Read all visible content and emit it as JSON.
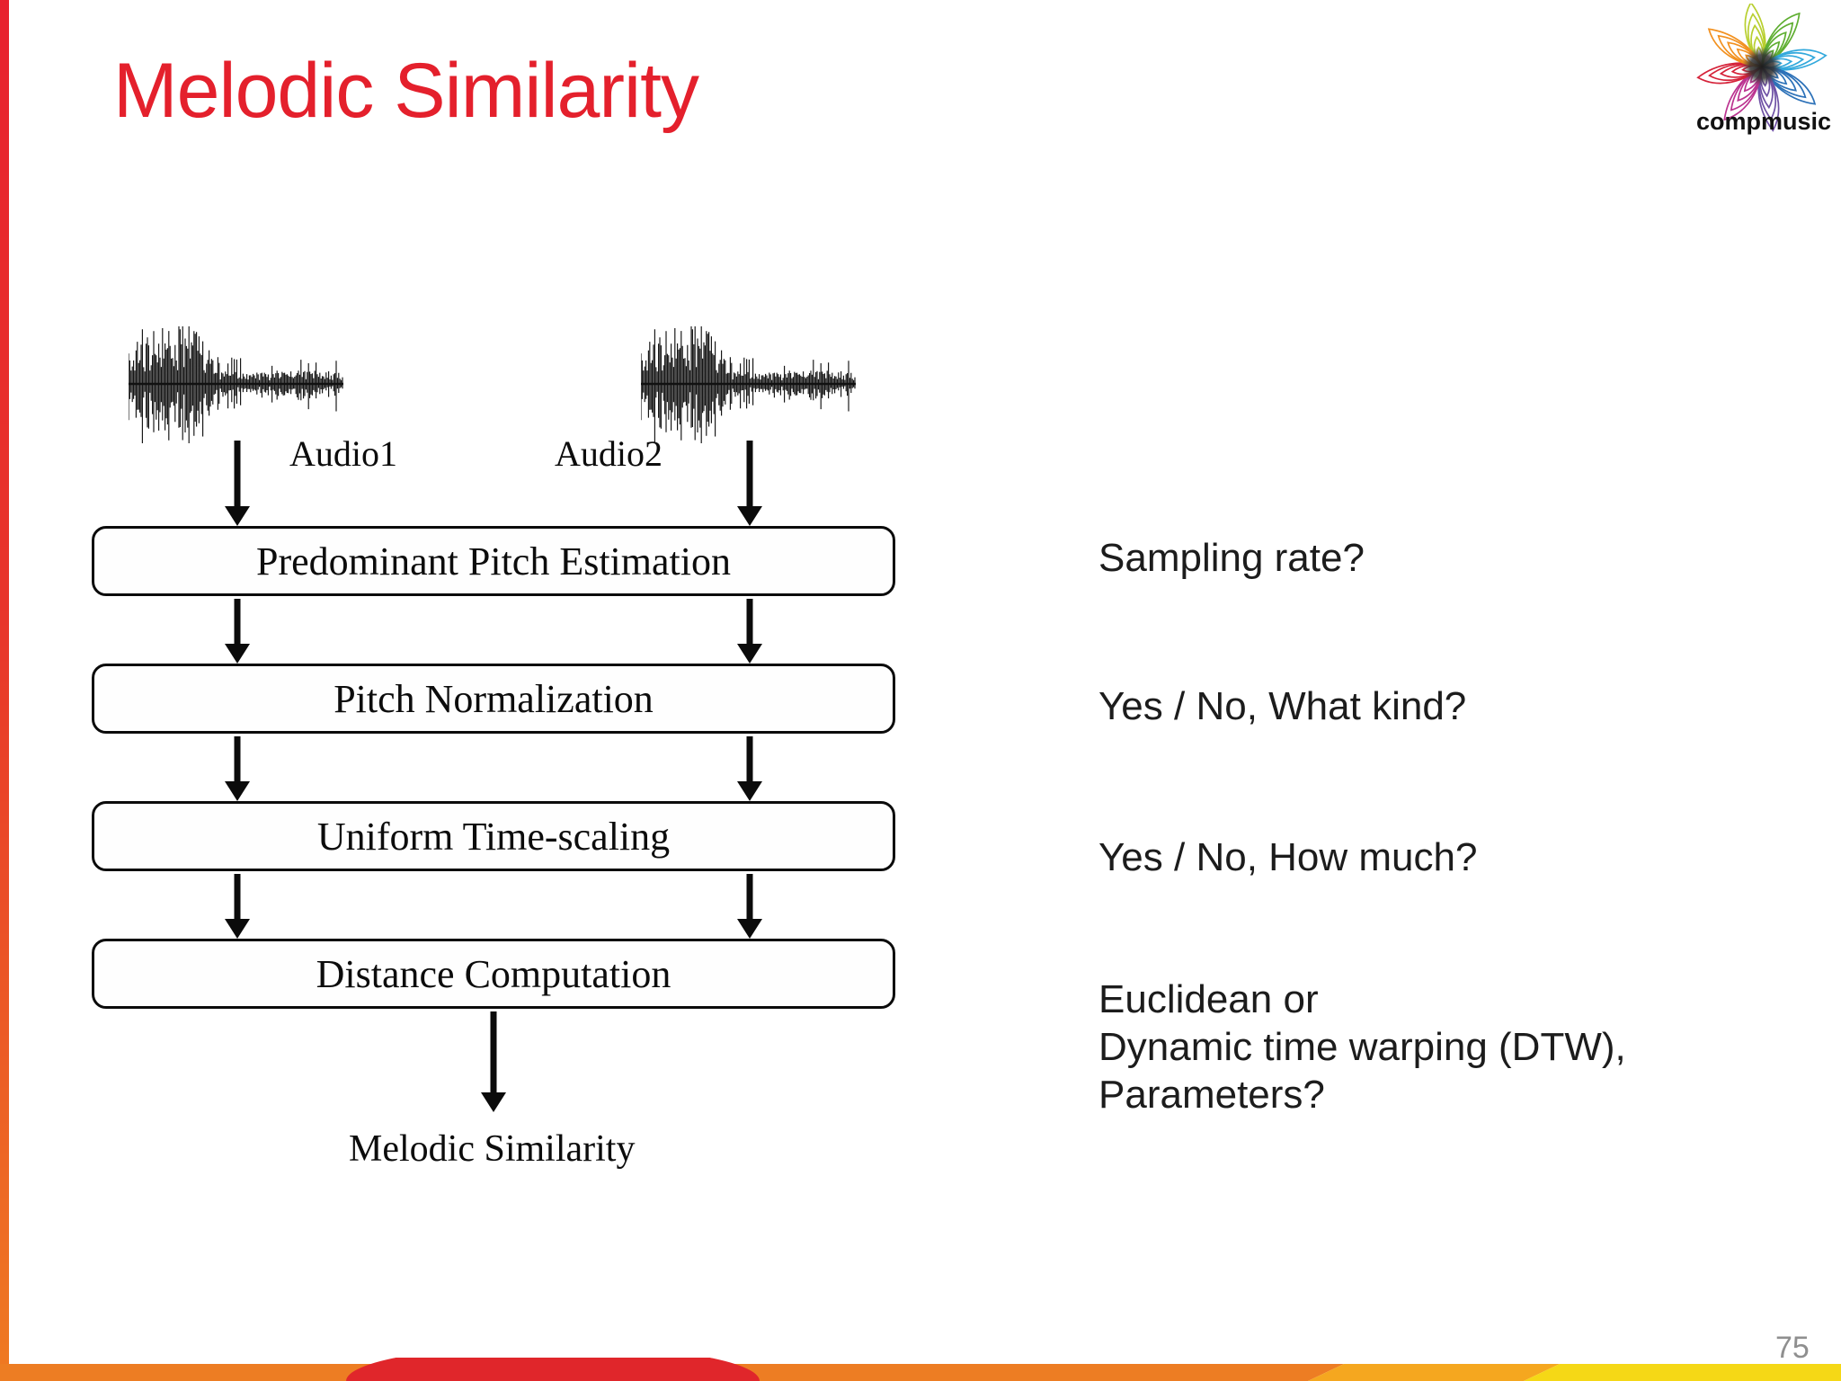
{
  "slide": {
    "title": "Melodic Similarity",
    "page_number": "75"
  },
  "logo": {
    "text": "compmusic",
    "petal_colors": [
      "#b8cf2f",
      "#5fae31",
      "#31a8dc",
      "#2c71b8",
      "#6f52a5",
      "#bb3390",
      "#d52239",
      "#f2901e"
    ],
    "center_color": "#2a2a2a"
  },
  "diagram": {
    "audio1_label": "Audio1",
    "audio2_label": "Audio2",
    "boxes": [
      "Predominant Pitch Estimation",
      "Pitch Normalization",
      "Uniform Time-scaling",
      "Distance Computation"
    ],
    "output_label": "Melodic Similarity",
    "waveform_color": "#111111"
  },
  "annotations": {
    "sampling": "Sampling rate?",
    "normalization": "Yes / No, What kind?",
    "timescaling": "Yes / No, How much?",
    "distance_lines": [
      "Euclidean or",
      "Dynamic time warping (DTW),",
      "Parameters?"
    ]
  },
  "colors": {
    "accent_red": "#e4202c",
    "strip_gradient_top": "#e8212e",
    "strip_gradient_bottom": "#ef7a22",
    "bar_orange": "#ed7d23",
    "bar_amber": "#f5a71f",
    "bar_yellow": "#f5d816",
    "bar_red_bulge": "#e0262b",
    "page_number_gray": "#8f8f8f"
  }
}
